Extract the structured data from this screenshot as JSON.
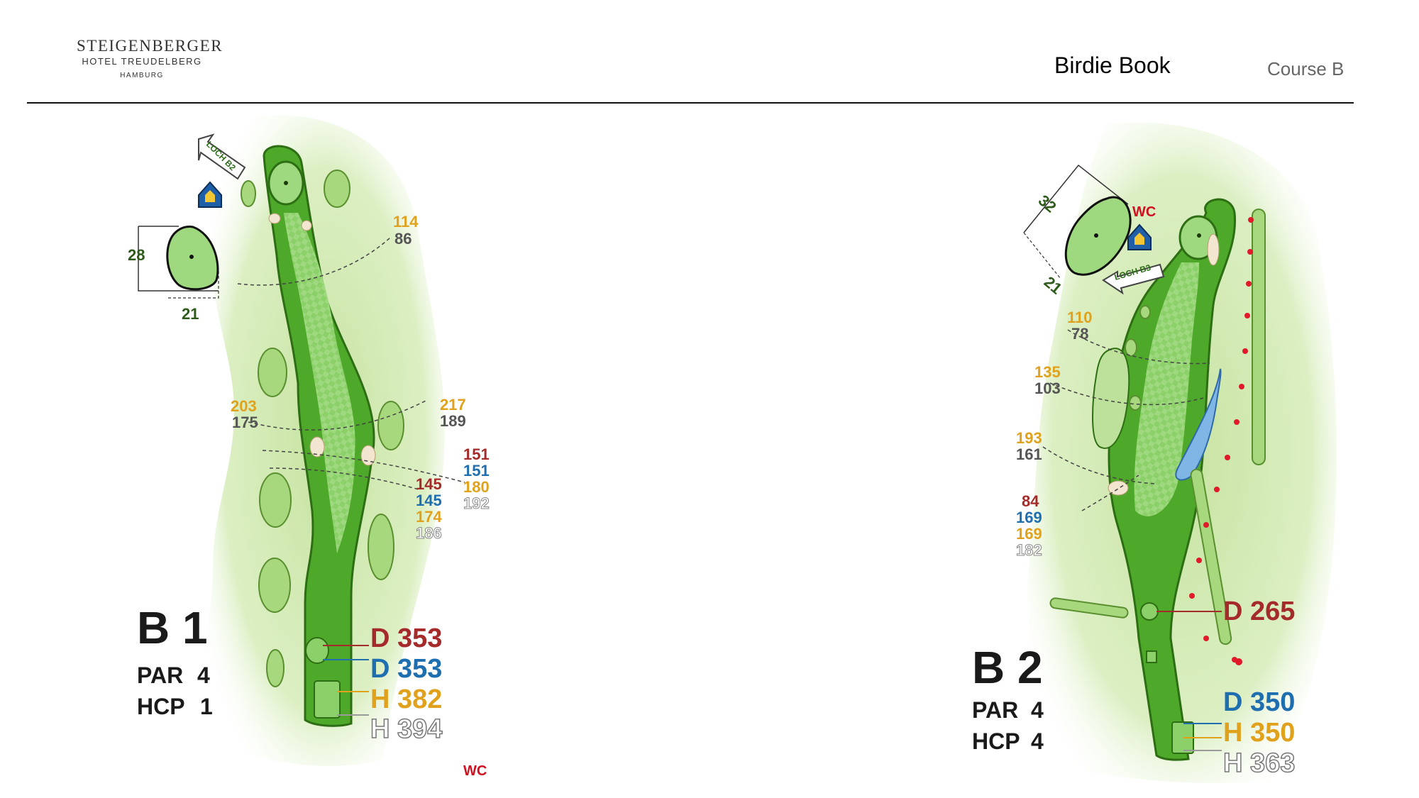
{
  "header": {
    "logo_line1": "STEIGENBERGER",
    "logo_line2": "HOTEL TREUDELBERG",
    "logo_line3": "HAMBURG",
    "title": "Birdie Book",
    "course": "Course B"
  },
  "colors": {
    "red": "#a52a2a",
    "blue": "#1f6fb0",
    "yellow": "#e0a21c",
    "white_outline": "#9a9a9a",
    "fairway": "#4ea82a",
    "rough": "#cfe7ad",
    "wc": "#d01020"
  },
  "hole1": {
    "name": "B 1",
    "par_label": "PAR",
    "par": "4",
    "hcp_label": "HCP",
    "hcp": "1",
    "green_length": "28",
    "green_width": "21",
    "next_hole": "LOCH B2",
    "wc": "WC",
    "marker_114": "114",
    "marker_86": "86",
    "marker_203": "203",
    "marker_175": "175",
    "marker_217": "217",
    "marker_189": "189",
    "right_red": "151",
    "right_blue": "151",
    "right_yellow": "180",
    "right_white": "192",
    "left_red": "145",
    "left_blue": "145",
    "left_yellow": "174",
    "left_white": "186",
    "tee_red": "D 353",
    "tee_blue": "D 353",
    "tee_yellow": "H 382",
    "tee_white": "H 394"
  },
  "hole2": {
    "name": "B 2",
    "par_label": "PAR",
    "par": "4",
    "hcp_label": "HCP",
    "hcp": "4",
    "green_length": "32",
    "green_width": "21",
    "next_hole": "LOCH B3",
    "wc": "WC",
    "marker_110": "110",
    "marker_78": "78",
    "marker_135": "135",
    "marker_103": "103",
    "marker_193": "193",
    "marker_161": "161",
    "left_red": "84",
    "left_blue": "169",
    "left_yellow": "169",
    "left_white": "182",
    "tee_red": "D 265",
    "tee_blue": "D 350",
    "tee_yellow": "H 350",
    "tee_white": "H 363"
  }
}
